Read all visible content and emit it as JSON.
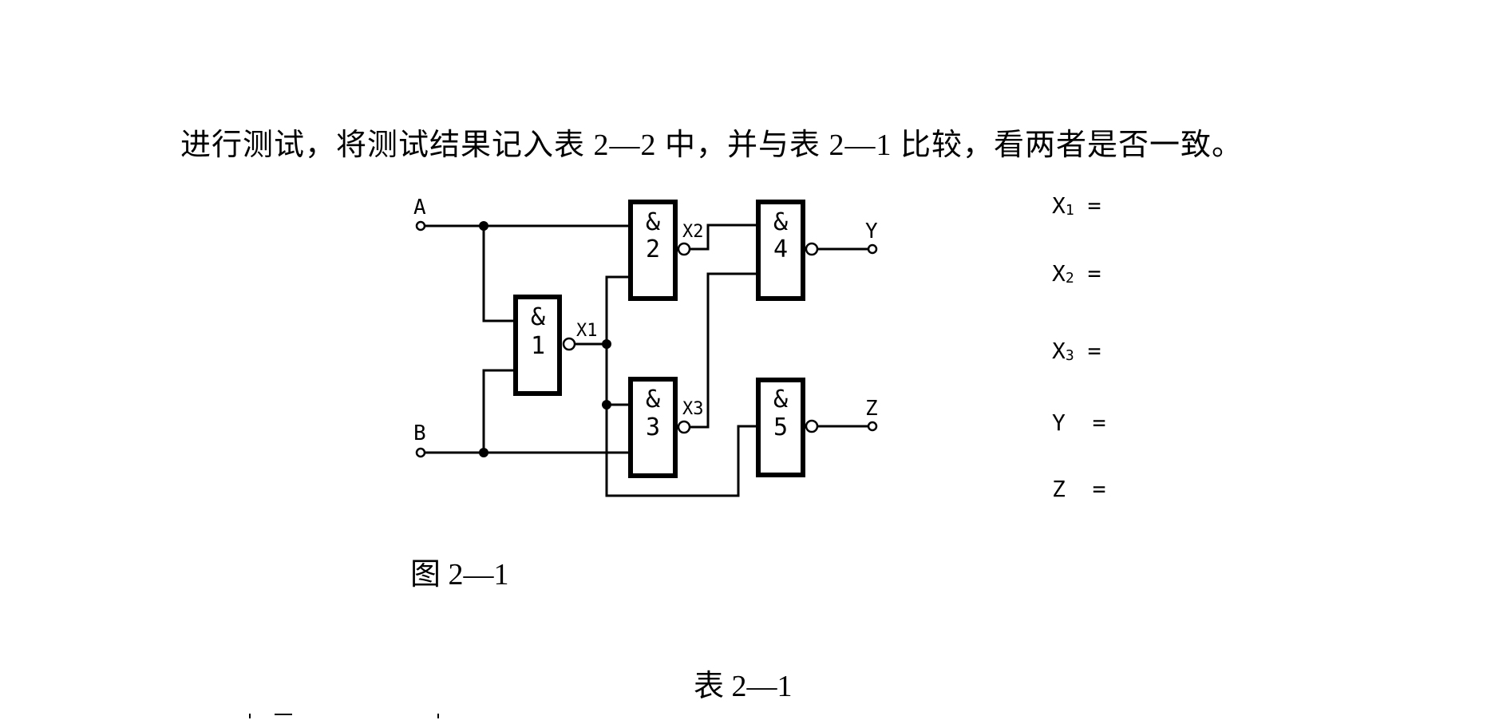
{
  "document": {
    "intro_text": "进行测试，将测试结果记入表 2—2 中，并与表 2—1 比较，看两者是否一致。",
    "figure_caption": "图 2—1",
    "table_caption": "表 2—1"
  },
  "circuit": {
    "inputs": [
      {
        "label": "A"
      },
      {
        "label": "B"
      }
    ],
    "outputs": [
      {
        "label": "Y"
      },
      {
        "label": "Z"
      }
    ],
    "gates": [
      {
        "symbol": "&",
        "number": "1",
        "type": "NAND"
      },
      {
        "symbol": "&",
        "number": "2",
        "type": "NAND"
      },
      {
        "symbol": "&",
        "number": "3",
        "type": "NAND"
      },
      {
        "symbol": "&",
        "number": "4",
        "type": "NAND"
      },
      {
        "symbol": "&",
        "number": "5",
        "type": "NAND"
      }
    ],
    "node_labels": {
      "x1": "X1",
      "x2": "X2",
      "x3": "X3"
    }
  },
  "equations": [
    {
      "var": "X",
      "sub": "1",
      "sign": "="
    },
    {
      "var": "X",
      "sub": "2",
      "sign": "="
    },
    {
      "var": "X",
      "sub": "3",
      "sign": "="
    },
    {
      "var": "Y",
      "sub": "",
      "sign": " ="
    },
    {
      "var": "Z",
      "sub": "",
      "sign": " ="
    }
  ]
}
